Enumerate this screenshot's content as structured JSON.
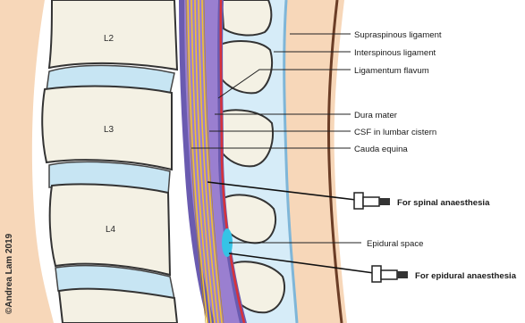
{
  "labels": {
    "supraspinous": "Supraspinous ligament",
    "interspinous": "Interspinous ligament",
    "flavum": "Ligamentum flavum",
    "dura": "Dura mater",
    "csf": "CSF in lumbar cistern",
    "cauda": "Cauda equina",
    "spinal": "For spinal anaesthesia",
    "epidural_space": "Epidural space",
    "epidural": "For epidural anaesthesia"
  },
  "vertebrae": {
    "l2": "L2",
    "l3": "L3",
    "l4": "L4"
  },
  "credit": "©Andrea Lam 2019",
  "colors": {
    "skin": "#f7d7b9",
    "skin_edge": "#6b3d26",
    "disc": "#c7e5f3",
    "bone": "#f4f1e4",
    "ligament_blue": "#d6ecf8",
    "cauda_yellow": "#f2c230",
    "dura_purple": "#6a5bb0",
    "csf_purple": "#9a7fd0",
    "dura_red": "#d8323a",
    "epidural_cyan": "#35c3e6"
  }
}
